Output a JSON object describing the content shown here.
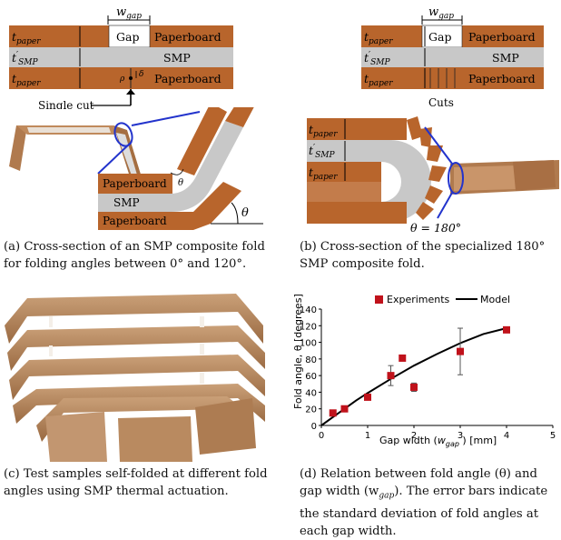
{
  "panel_a": {
    "w_gap": "w",
    "w_gap_sub": "gap",
    "t_paper": "t",
    "t_paper_sub": "paper",
    "t_smp": "t",
    "t_smp_prime": "′",
    "t_smp_sub": "SMP",
    "gap_label": "Gap",
    "paperboard_label": "Paperboard",
    "smp_label": "SMP",
    "rho": "ρ",
    "delta": "δ",
    "single_cut": "Single cut",
    "theta": "θ",
    "caption": "(a) Cross-section of an SMP composite fold for folding angles between 0° and 120°."
  },
  "panel_b": {
    "gap_label": "Gap",
    "paperboard_label": "Paperboard",
    "smp_label": "SMP",
    "cuts": "Cuts",
    "theta_eq": "θ = 180°",
    "caption": "(b) Cross-section of the specialized 180° SMP composite fold."
  },
  "panel_c": {
    "caption": "(c) Test samples self-folded at different fold angles using SMP thermal actuation."
  },
  "panel_d": {
    "caption_pre": "(d) Relation between fold angle (θ) and gap width (w",
    "caption_sub": "gap",
    "caption_post": "). The error bars indicate the standard deviation of fold angles at each gap width."
  },
  "chart_data": {
    "type": "scatter",
    "legend": [
      "Experiments",
      "Model"
    ],
    "legend_placement": "top",
    "xlabel_pre": "Gap width (",
    "xlabel_var": "w",
    "xlabel_sub": "gap",
    "xlabel_post": " ) [mm]",
    "ylabel": "Fold angle, θ [degrees]",
    "xlim": [
      0,
      5
    ],
    "ylim": [
      0,
      140
    ],
    "xticks": [
      0,
      1,
      2,
      3,
      4,
      5
    ],
    "yticks": [
      0,
      20,
      40,
      60,
      80,
      100,
      120,
      140
    ],
    "experiments": {
      "color": "#c0121b",
      "x": [
        0.25,
        0.5,
        1.0,
        1.5,
        1.75,
        2.0,
        3.0,
        4.0
      ],
      "y": [
        15,
        20,
        34,
        60,
        81,
        46,
        89,
        115
      ],
      "err": [
        2,
        3,
        3,
        12,
        2,
        5,
        28,
        2
      ]
    },
    "model": {
      "color": "#000000",
      "x": [
        0,
        0.25,
        0.5,
        0.75,
        1.0,
        1.5,
        2.0,
        2.5,
        3.0,
        3.5,
        4.0
      ],
      "y": [
        0,
        10,
        20,
        30,
        39,
        56,
        72,
        86,
        99,
        110,
        117
      ]
    }
  }
}
